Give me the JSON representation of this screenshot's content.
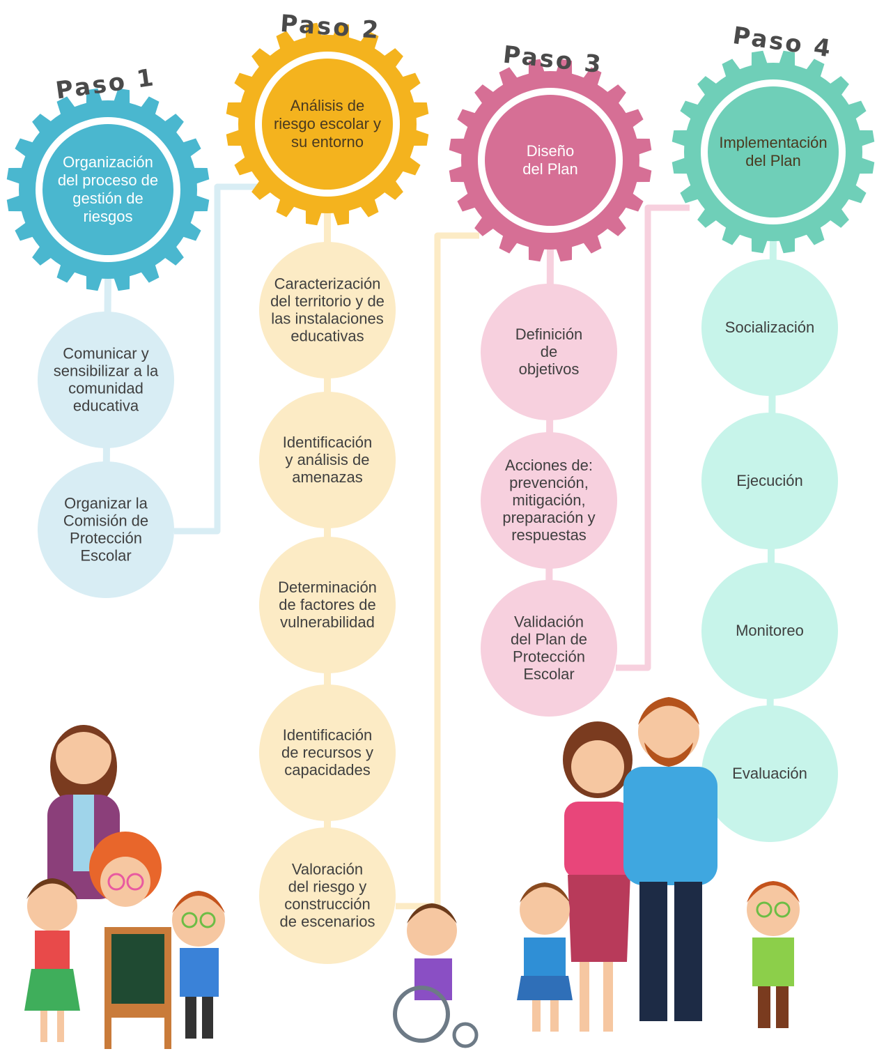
{
  "colors": {
    "paso1": "#4ab7cf",
    "paso1_light": "#d8edf4",
    "paso2": "#f4b31e",
    "paso2_light": "#fcebc5",
    "paso3": "#d66f95",
    "paso3_light": "#f7d0de",
    "paso4": "#6fcfb8",
    "paso4_light": "#c7f4ea"
  },
  "steps": [
    {
      "title": "Paso 1",
      "gear_lines": [
        "Organización",
        "del proceso de",
        "gestión de",
        "riesgos"
      ],
      "items": [
        [
          "Comunicar y",
          "sensibilizar a la",
          "comunidad",
          "educativa"
        ],
        [
          "Organizar la",
          "Comisión de",
          "Protección",
          "Escolar"
        ]
      ]
    },
    {
      "title": "Paso 2",
      "gear_lines": [
        "Análisis de",
        "riesgo escolar y",
        "su entorno"
      ],
      "items": [
        [
          "Caracterización",
          "del territorio y de",
          "las instalaciones",
          "educativas"
        ],
        [
          "Identificación",
          "y análisis de",
          "amenazas"
        ],
        [
          "Determinación",
          "de factores de",
          "vulnerabilidad"
        ],
        [
          "Identificación",
          "de recursos y",
          "capacidades"
        ],
        [
          "Valoración",
          "del riesgo y",
          "construcción",
          "de escenarios"
        ]
      ]
    },
    {
      "title": "Paso 3",
      "gear_lines": [
        "Diseño",
        "del Plan"
      ],
      "items": [
        [
          "Definición",
          "de",
          "objetivos"
        ],
        [
          "Acciones de:",
          "prevención,",
          "mitigación,",
          "preparación y",
          "respuestas"
        ],
        [
          "Validación",
          "del Plan de",
          "Protección",
          "Escolar"
        ]
      ]
    },
    {
      "title": "Paso 4",
      "gear_lines": [
        "Implementación",
        "del Plan"
      ],
      "items": [
        [
          "Socialización"
        ],
        [
          "Ejecución"
        ],
        [
          "Monitoreo"
        ],
        [
          "Evaluación"
        ]
      ]
    }
  ],
  "illustrations": {
    "group_left": "teacher-with-children",
    "child_wheelchair": "child-in-wheelchair",
    "family_right": "family-with-children"
  }
}
